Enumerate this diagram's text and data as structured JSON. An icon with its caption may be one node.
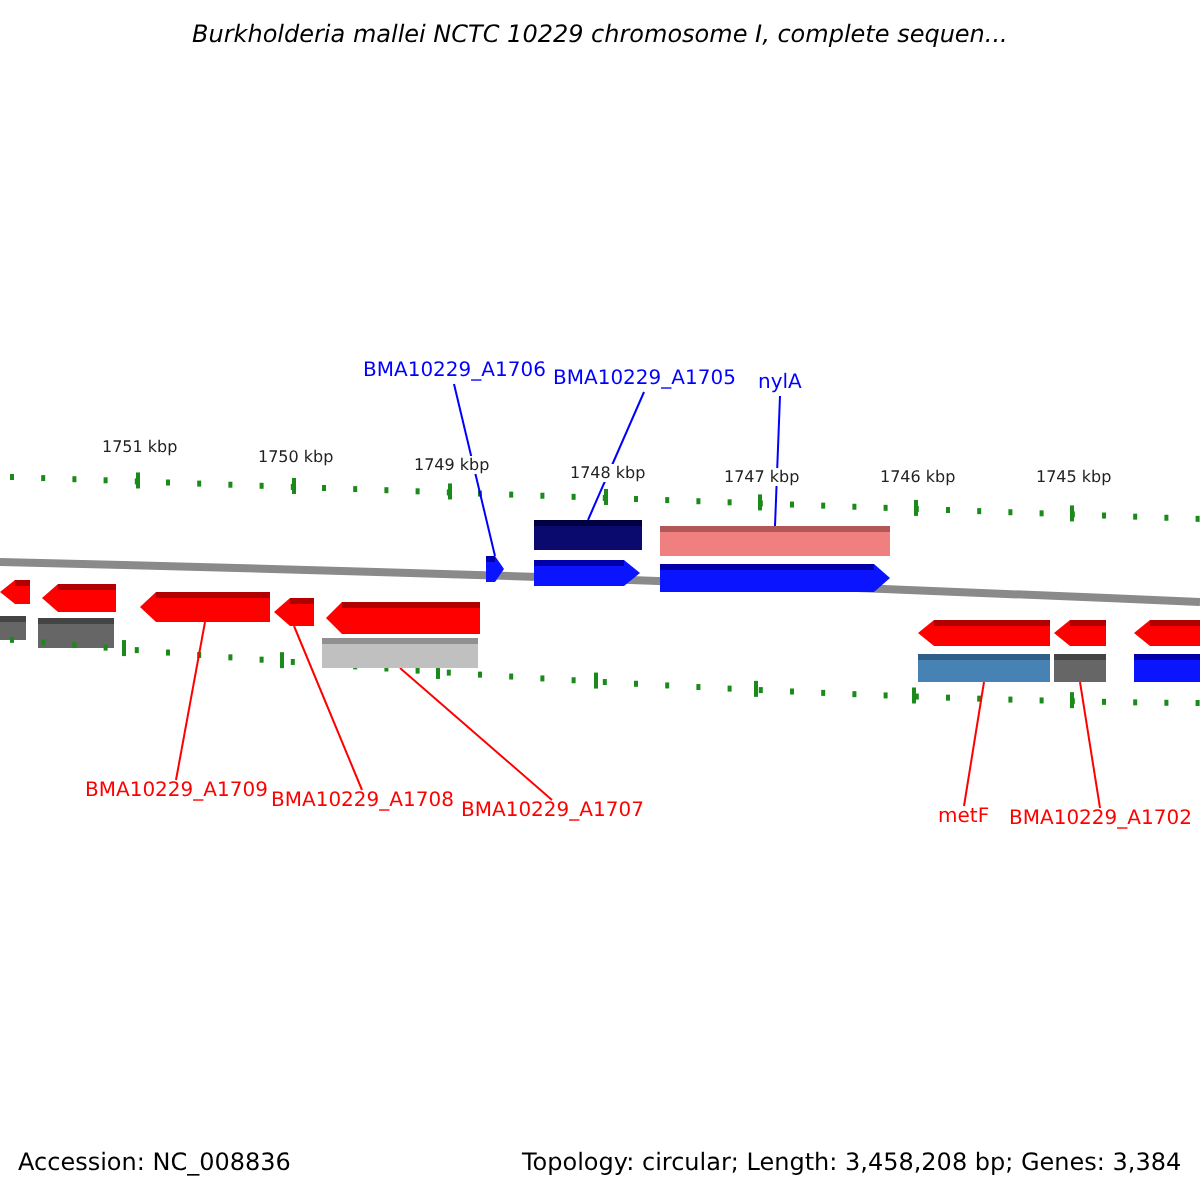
{
  "diagram": {
    "title": "Burkholderia mallei NCTC 10229 chromosome I, complete sequen...",
    "nodes": [
      {
        "text": [
          "BMA10229_A1706"
        ]
      },
      {
        "text": [],
        "shape": "arrow"
      },
      {
        "text": [
          "BMA10229_A1705"
        ]
      },
      {
        "text": [],
        "shape": "bar"
      },
      {
        "text": [
          "nylA"
        ]
      },
      {
        "text": [],
        "shape": "bar"
      },
      {
        "text": [
          "BMA10229_A1709"
        ]
      },
      {
        "text": [],
        "shape": "arrow"
      },
      {
        "text": [
          "BMA10229_A1708"
        ]
      },
      {
        "text": [],
        "shape": "arrow"
      },
      {
        "text": [
          "BMA10229_A1707"
        ]
      },
      {
        "text": [],
        "shape": "bar"
      },
      {
        "text": [
          "metF"
        ]
      },
      {
        "text": [],
        "shape": "bar"
      },
      {
        "text": [
          "BMA10229_A1702"
        ]
      },
      {
        "text": [],
        "shape": "bar"
      }
    ],
    "edges": [
      {
        "from": 0,
        "to": 1,
        "arrow": "none",
        "color": "#0000ff"
      },
      {
        "from": 2,
        "to": 3,
        "arrow": "none",
        "color": "#0000ff"
      },
      {
        "from": 4,
        "to": 5,
        "arrow": "none",
        "color": "#0000ff"
      },
      {
        "from": 6,
        "to": 7,
        "arrow": "none"
      },
      {
        "from": 8,
        "to": 9,
        "arrow": "none"
      },
      {
        "from": 10,
        "to": 11,
        "arrow": "none"
      },
      {
        "from": 12,
        "to": 13,
        "arrow": "none"
      },
      {
        "from": 14,
        "to": 15,
        "arrow": "none"
      }
    ],
    "labels": [
      "1751 kbp",
      "1750 kbp",
      "1749 kbp",
      "1748 kbp",
      "1747 kbp",
      "1746 kbp",
      "1745 kbp",
      "Accession: NC_008836",
      "Topology: circular; Length: 3,458,208 bp; Genes: 3,384"
    ]
  }
}
